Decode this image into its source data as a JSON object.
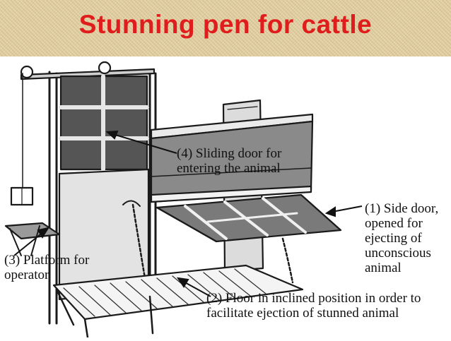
{
  "title": "Stunning pen for cattle",
  "colors": {
    "title": "#e01d1d",
    "band": "#e3cf9f",
    "ink": "#111111"
  },
  "labels": {
    "sliding_door": "(4) Sliding door for\nentering the animal",
    "side_door": "(1) Side door,\nopened for\nejecting of\nunconscious\nanimal",
    "platform": "(3) Platform for\noperator",
    "floor": "(2) Floor in inclined position in order to\nfacilitate ejection of stunned animal"
  }
}
